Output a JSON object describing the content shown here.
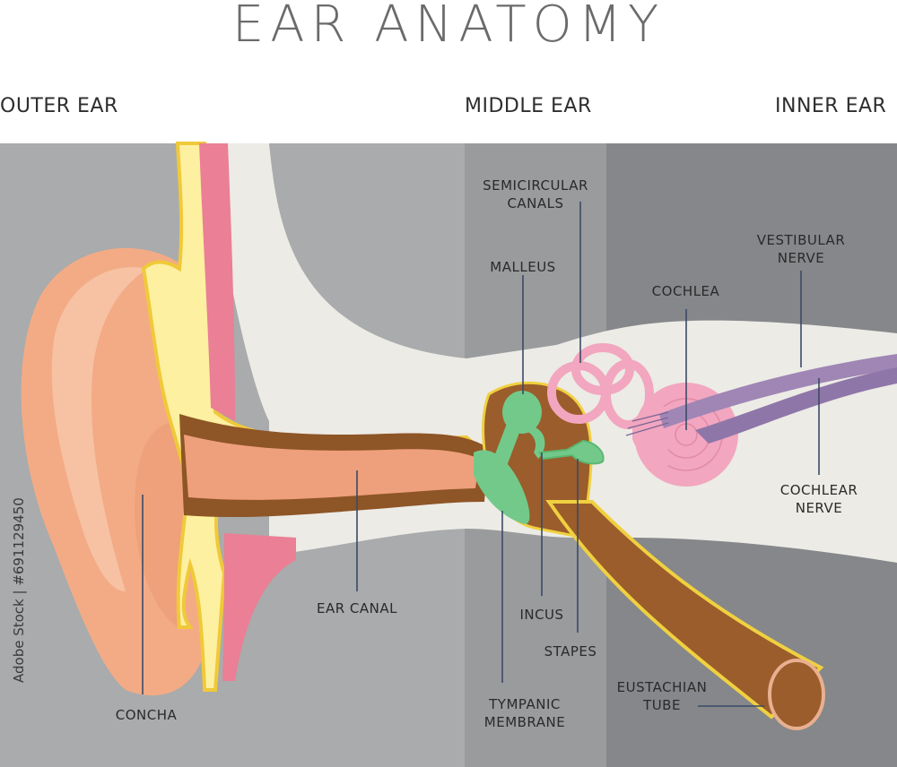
{
  "title": "EAR ANATOMY",
  "regions": {
    "outer": "OUTER EAR",
    "middle": "MIDDLE EAR",
    "inner": "INNER EAR"
  },
  "labels": {
    "semicircular_canals": "SEMICIRCULAR\nCANALS",
    "malleus": "MALLEUS",
    "vestibular_nerve": "VESTIBULAR\nNERVE",
    "cochlea": "COCHLEA",
    "cochlear_nerve": "COCHLEAR\nNERVE",
    "ear_canal": "EAR CANAL",
    "incus": "INCUS",
    "stapes": "STAPES",
    "concha": "CONCHA",
    "tympanic_membrane": "TYMPANIC\nMEMBRANE",
    "eustachian_tube": "EUSTACHIAN\nTUBE"
  },
  "watermark": "Adobe Stock | #691129450",
  "colors": {
    "outer_bg": "#a9abac",
    "middle_bg": "#999b9d",
    "inner_bg": "#85878a",
    "skin": "#f3ab85",
    "cartilage": "#fdf0a0",
    "bone": "#9a5d2b",
    "ossicles": "#73c98a",
    "cochlea": "#f2a6bf",
    "nerve": "#9f86b5"
  }
}
